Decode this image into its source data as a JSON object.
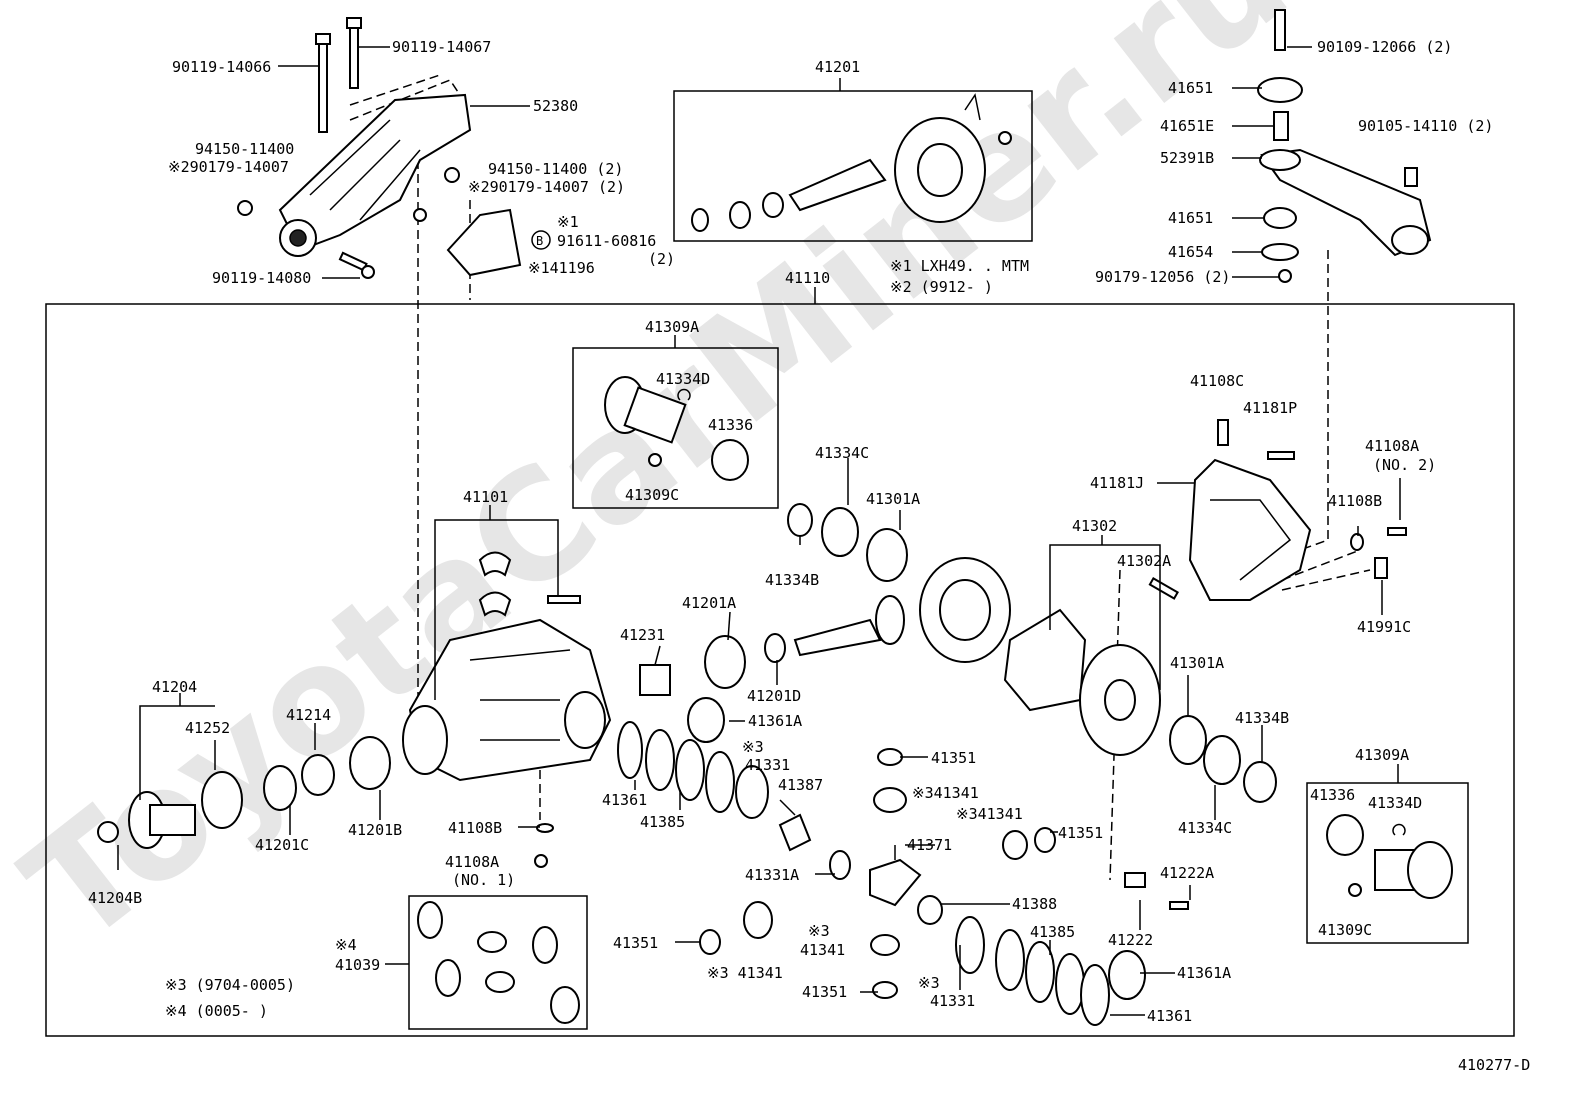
{
  "watermark": "ToyotaCarMiner.ru",
  "diagram_code": "410277-D",
  "labels": {
    "l90119_14066": "90119-14066",
    "l90119_14067": "90119-14067",
    "l52380": "52380",
    "l94150_11400a": "94150-11400",
    "l290179_14007a": "※290179-14007",
    "l94150_11400b": "94150-11400 (2)",
    "l290179_14007b": "※290179-14007 (2)",
    "l91611_60816": "91611-60816",
    "l91611_qty": "(2)",
    "l91611_note": "※1",
    "lB": "B",
    "l141196": "※141196",
    "l90119_14080": "90119-14080",
    "l41201": "41201",
    "l41110": "41110",
    "note1": "※1 LXH49. . MTM",
    "note2": "※2 (9912-        )",
    "l90109_12066": "90109-12066 (2)",
    "l41651a": "41651",
    "l41651E": "41651E",
    "l90105_14110": "90105-14110 (2)",
    "l52391B": "52391B",
    "l41651b": "41651",
    "l41654": "41654",
    "l90179_12056": "90179-12056 (2)",
    "l41309A_top": "41309A",
    "l41334D_top": "41334D",
    "l41336_top": "41336",
    "l41309C_top": "41309C",
    "l41334C_top": "41334C",
    "l41301A_top": "41301A",
    "l41334B_top": "41334B",
    "l41101": "41101",
    "l41302": "41302",
    "l41302A": "41302A",
    "l41108C": "41108C",
    "l41181P": "41181P",
    "l41181J": "41181J",
    "l41108A_top": "41108A",
    "l41108A_top_no": "(NO. 2)",
    "l41108B_right": "41108B",
    "l41991C": "41991C",
    "l41201A": "41201A",
    "l41231": "41231",
    "l41201D": "41201D",
    "l41361A_mid": "41361A",
    "l41204": "41204",
    "l41252": "41252",
    "l41214": "41214",
    "l41201C": "41201C",
    "l41201B": "41201B",
    "l41204B": "41204B",
    "l41108B_bottom": "41108B",
    "l41108A_bottom": "41108A",
    "l41108A_bottom_no": "(NO. 1)",
    "l3_a": "※3",
    "l41331_mid": "41331",
    "l41361_mid": "41361",
    "l41385_mid": "41385",
    "l41387": "41387",
    "l41351_a": "41351",
    "l341341_a": "※341341",
    "l341341_b": "※341341",
    "l41351_b": "41351",
    "l41301A_right": "41301A",
    "l41334B_right": "41334B",
    "l41334C_right": "41334C",
    "l41371": "41371",
    "l41331A": "41331A",
    "l41388": "41388",
    "l41222A": "41222A",
    "l41222": "41222",
    "l41309A_right": "41309A",
    "l41336_right": "41336",
    "l41334D_right": "41334D",
    "l41309C_right": "41309C",
    "l4_a": "※4",
    "l41039": "41039",
    "l41351_c": "41351",
    "l341341_c": "※3 41341",
    "l3_b": "※3",
    "l41341_d": "41341",
    "l41351_d": "41351",
    "l3_c": "※3",
    "l41331_low": "41331",
    "l41385_low": "41385",
    "l41361A_low": "41361A",
    "l41361_low": "41361",
    "note3": "※3  (9704-0005)",
    "note4": "※4  (0005-        )"
  }
}
